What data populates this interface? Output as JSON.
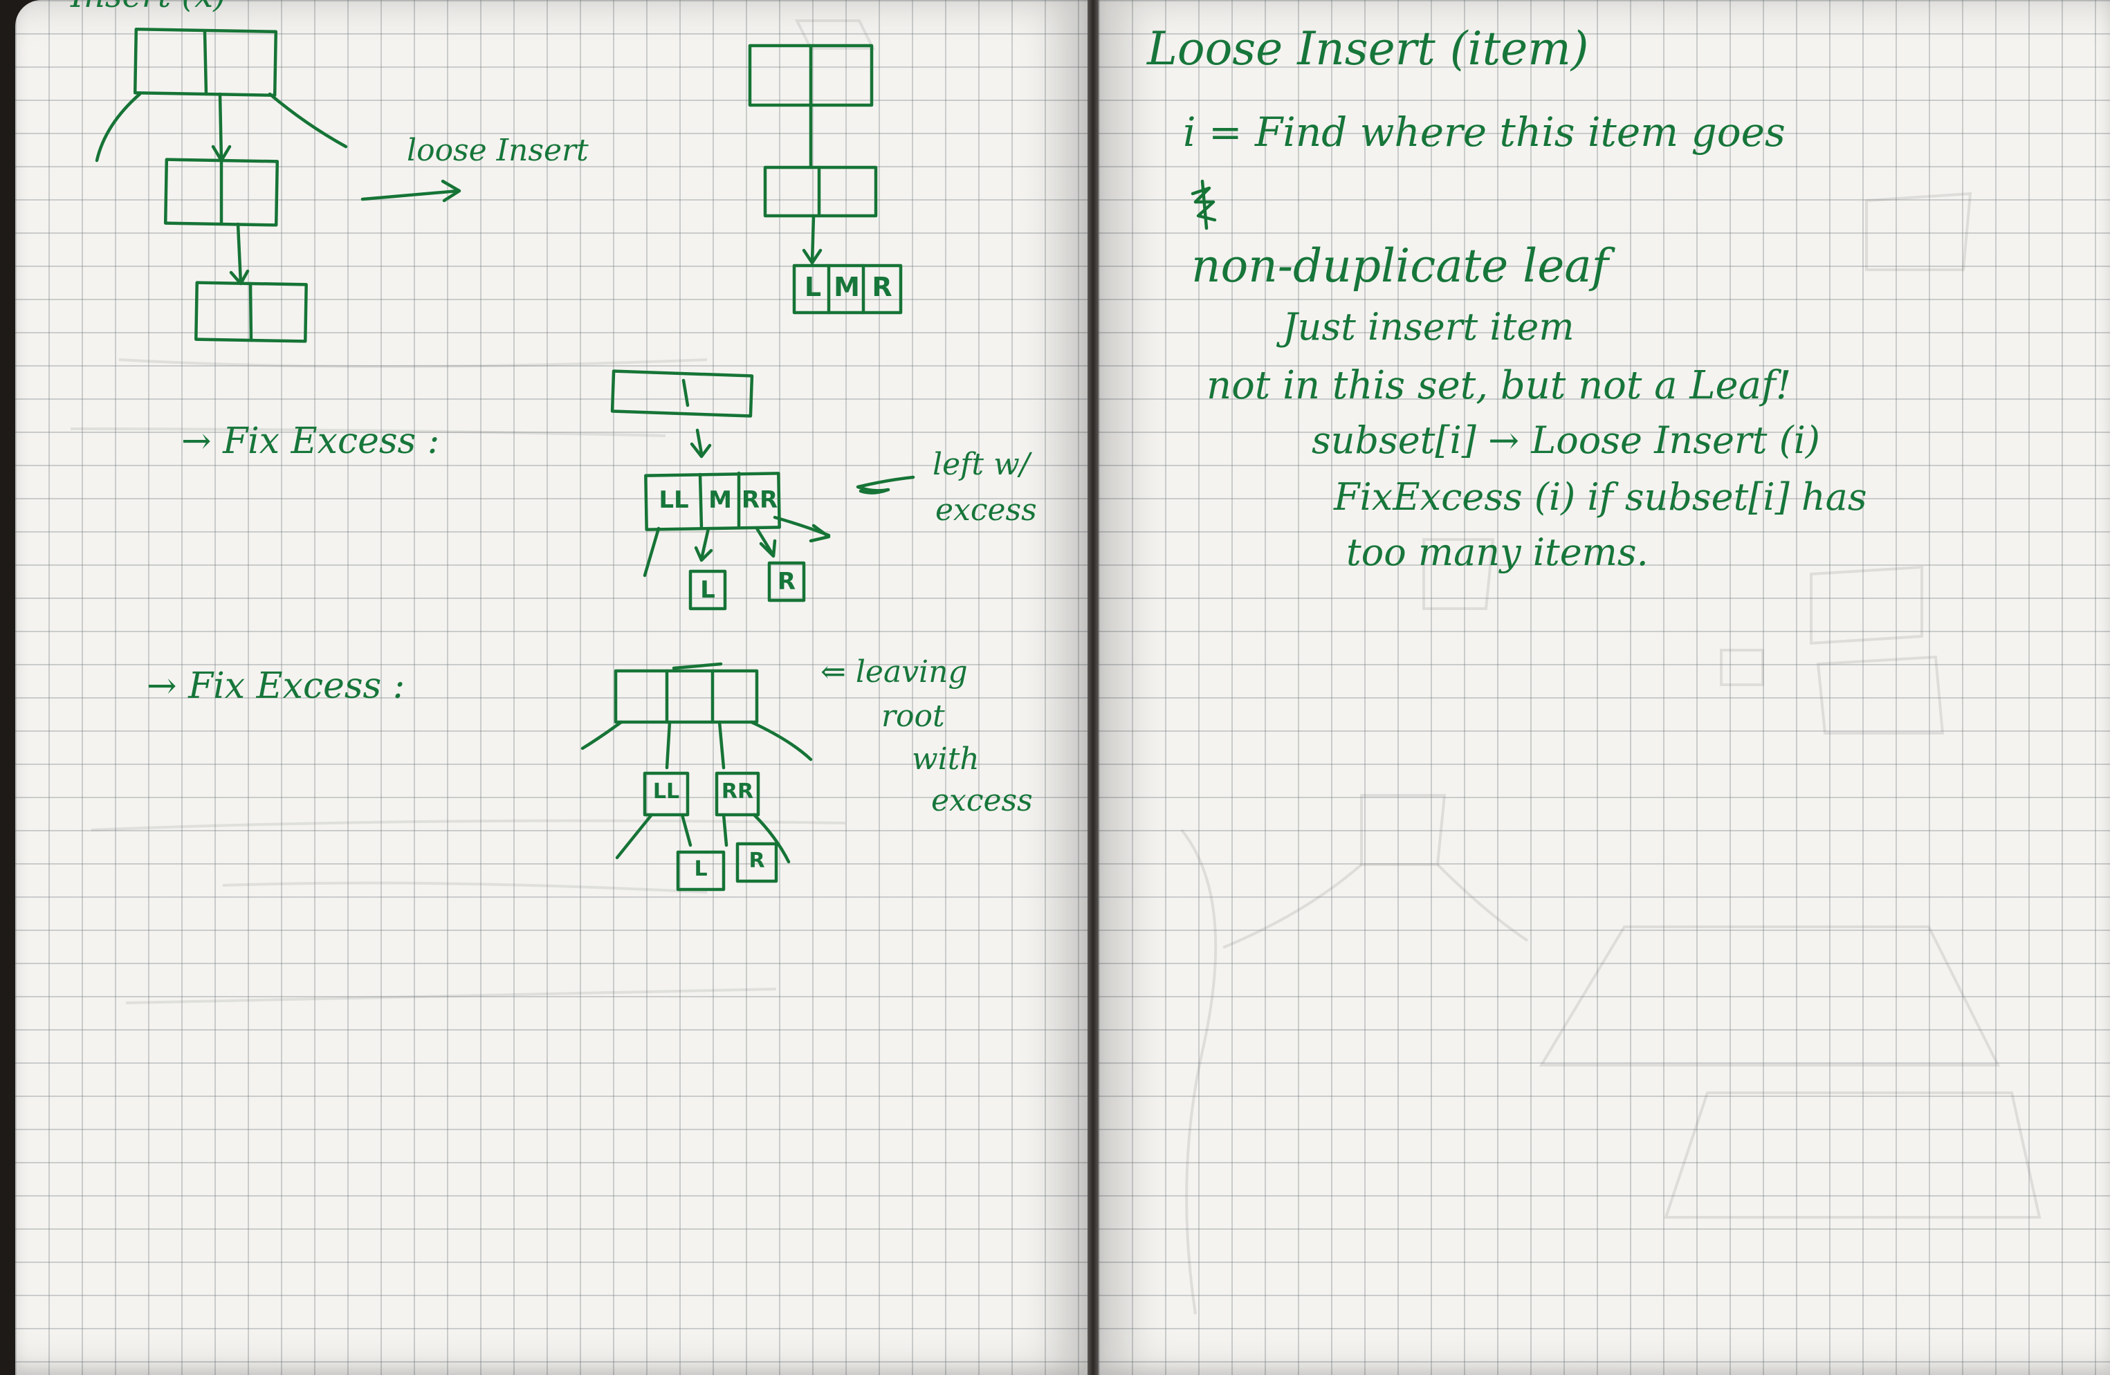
{
  "left_page": {
    "top_cut_text": "Insert (x)",
    "loose_insert_label": "loose Insert",
    "fix_excess_1_label": "→ Fix Excess :",
    "fix_excess_2_label": "→ Fix Excess :",
    "note_left_excess": [
      "left w/",
      "excess"
    ],
    "note_leaving_root": [
      "⇐ leaving",
      "root",
      "with",
      "excess"
    ],
    "cells": {
      "lmr": [
        "L",
        "M",
        "R"
      ],
      "llmrr": [
        "LL",
        "M",
        "RR"
      ],
      "child_l": "L",
      "child_r": "R",
      "ll": "LL",
      "rr": "RR",
      "leaf_l": "L",
      "leaf_r": "R"
    }
  },
  "right_page": {
    "title": "Loose Insert (item)",
    "lines": [
      "i = Find where this item goes",
      "non-duplicate leaf",
      "Just insert item",
      "not in this set, but not a Leaf!",
      "subset[i] → Loose Insert (i)",
      "FixExcess (i)  if subset[i] has",
      "too many items."
    ]
  },
  "ink_color": "#167436",
  "paper_color": "#f4f3f0"
}
